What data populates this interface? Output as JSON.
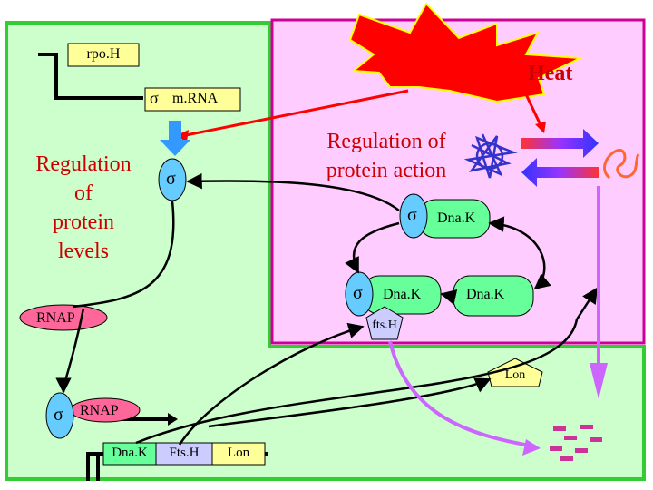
{
  "panels": {
    "green_panel": "green-region",
    "pink_panel": "pink-region"
  },
  "labels": {
    "rpoH": "rpo.H",
    "heat": "Heat",
    "sigma": "σ",
    "mRNA": "m.RNA",
    "regulation_levels_lines": [
      "Regulation",
      "of",
      "protein",
      "levels"
    ],
    "regulation_action_lines": [
      "Regulation of",
      "protein action"
    ],
    "dnaK": "Dna.K",
    "rnap": "RNAP",
    "ftsH": "fts.H",
    "lon": "Lon",
    "operon_dnak": "Dna.K",
    "operon_ftsh": "Fts.H",
    "operon_lon": "Lon"
  },
  "colors": {
    "green_bg": "#ccffcc",
    "green_border": "#33cc33",
    "pink_bg": "#ffccff",
    "pink_border": "#cc0099",
    "sigma_fill": "#66ccff",
    "dnak_fill": "#66ff99",
    "rnap_fill": "#ff6699",
    "yellow_fill": "#ffff99",
    "heat_fill": "#ff0000",
    "heat_stroke": "#ffff00",
    "degradation_arrow": "#cc66ff",
    "blue_arrow": "#3399ff",
    "peptide_fragments": "#cc3399",
    "text_red": "#cc0000"
  },
  "icons": [
    "heat-burst-icon",
    "unfolded-protein-icon",
    "refolding-arrows-icon",
    "folded-protein-icon",
    "peptide-fragments-icon"
  ]
}
